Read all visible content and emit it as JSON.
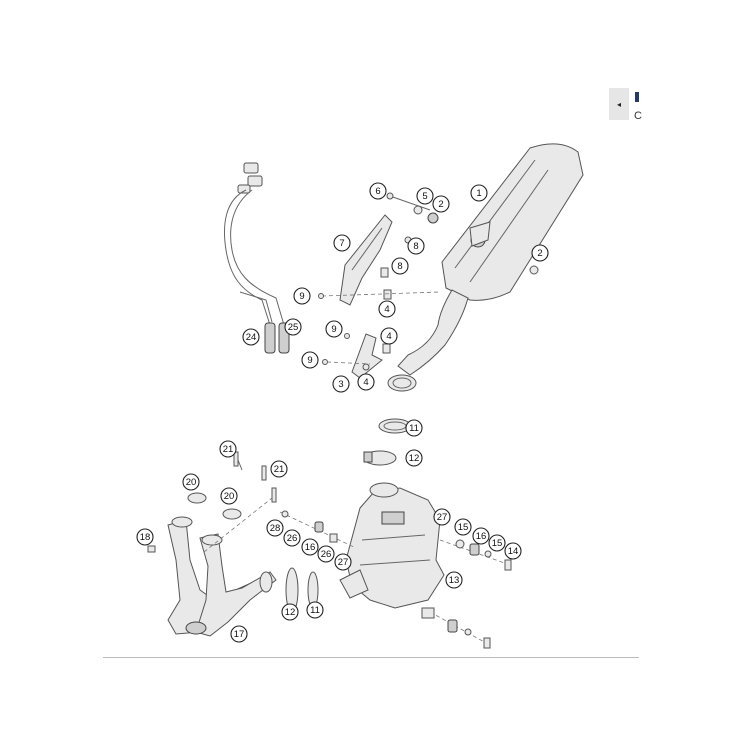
{
  "nav": {
    "prev_icon": "◂",
    "edge_text": "C"
  },
  "colors": {
    "accent": "#223a6a",
    "line": "#555555",
    "fill": "#e9e9e9"
  },
  "callouts": [
    {
      "id": "c1",
      "label": "1"
    },
    {
      "id": "c2a",
      "label": "2"
    },
    {
      "id": "c2b",
      "label": "2"
    },
    {
      "id": "c3",
      "label": "3"
    },
    {
      "id": "c4a",
      "label": "4"
    },
    {
      "id": "c4b",
      "label": "4"
    },
    {
      "id": "c4c",
      "label": "4"
    },
    {
      "id": "c5",
      "label": "5"
    },
    {
      "id": "c6",
      "label": "6"
    },
    {
      "id": "c7",
      "label": "7"
    },
    {
      "id": "c8a",
      "label": "8"
    },
    {
      "id": "c8b",
      "label": "8"
    },
    {
      "id": "c9a",
      "label": "9"
    },
    {
      "id": "c9b",
      "label": "9"
    },
    {
      "id": "c9c",
      "label": "9"
    },
    {
      "id": "c11a",
      "label": "11"
    },
    {
      "id": "c11b",
      "label": "11"
    },
    {
      "id": "c12a",
      "label": "12"
    },
    {
      "id": "c12b",
      "label": "12"
    },
    {
      "id": "c13",
      "label": "13"
    },
    {
      "id": "c14",
      "label": "14"
    },
    {
      "id": "c15a",
      "label": "15"
    },
    {
      "id": "c15b",
      "label": "15"
    },
    {
      "id": "c16a",
      "label": "16"
    },
    {
      "id": "c16b",
      "label": "16"
    },
    {
      "id": "c17",
      "label": "17"
    },
    {
      "id": "c18",
      "label": "18"
    },
    {
      "id": "c20a",
      "label": "20"
    },
    {
      "id": "c20b",
      "label": "20"
    },
    {
      "id": "c21a",
      "label": "21"
    },
    {
      "id": "c21b",
      "label": "21"
    },
    {
      "id": "c24",
      "label": "24"
    },
    {
      "id": "c25",
      "label": "25"
    },
    {
      "id": "c26a",
      "label": "26"
    },
    {
      "id": "c26b",
      "label": "26"
    },
    {
      "id": "c27a",
      "label": "27"
    },
    {
      "id": "c27b",
      "label": "27"
    },
    {
      "id": "c28",
      "label": "28"
    }
  ]
}
